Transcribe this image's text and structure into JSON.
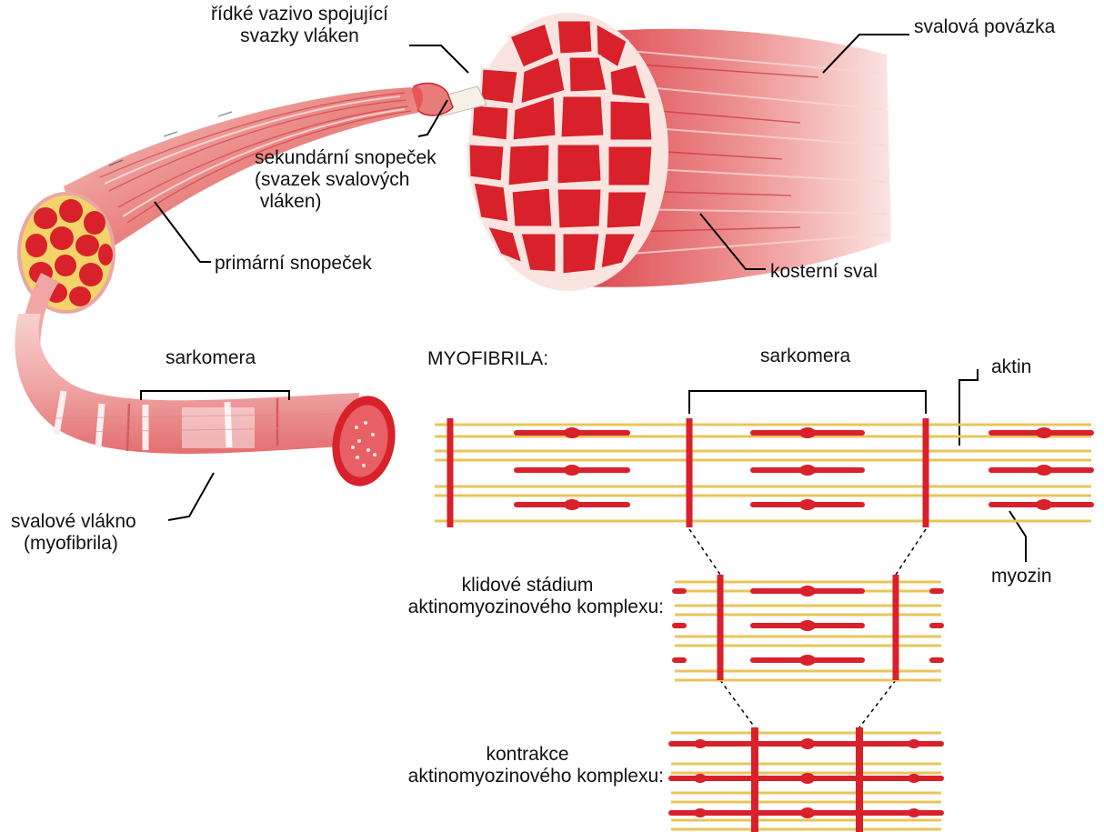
{
  "labels": {
    "ridke_vazivo": [
      "řídké vazivo spojující",
      "svazky vláken"
    ],
    "svalova_povazka": "svalová povázka",
    "sekundarni": [
      "sekundární snopeček",
      "(svazek svalových",
      " vláken)"
    ],
    "primarni": "primární snopeček",
    "kosterni_sval": "kosterní sval",
    "sarkomera_top": "sarkomera",
    "myofibrila_title": "MYOFIBRILA:",
    "sarkomera_right": "sarkomera",
    "aktin": "aktin",
    "svalove_vlakno": [
      "svalové vlákno",
      "(myofibrila)"
    ],
    "myozin": "myozin",
    "klidove": [
      "klidové stádium",
      "aktinomyozinového komplexu:"
    ],
    "kontrakce": [
      "kontrakce",
      "aktinomyozinového komplexu:"
    ]
  },
  "colors": {
    "muscle_red": "#d8212b",
    "muscle_pink": "#f2b2b0",
    "actin_yellow": "#e8c55a",
    "connective_white": "#fdf2ef"
  }
}
